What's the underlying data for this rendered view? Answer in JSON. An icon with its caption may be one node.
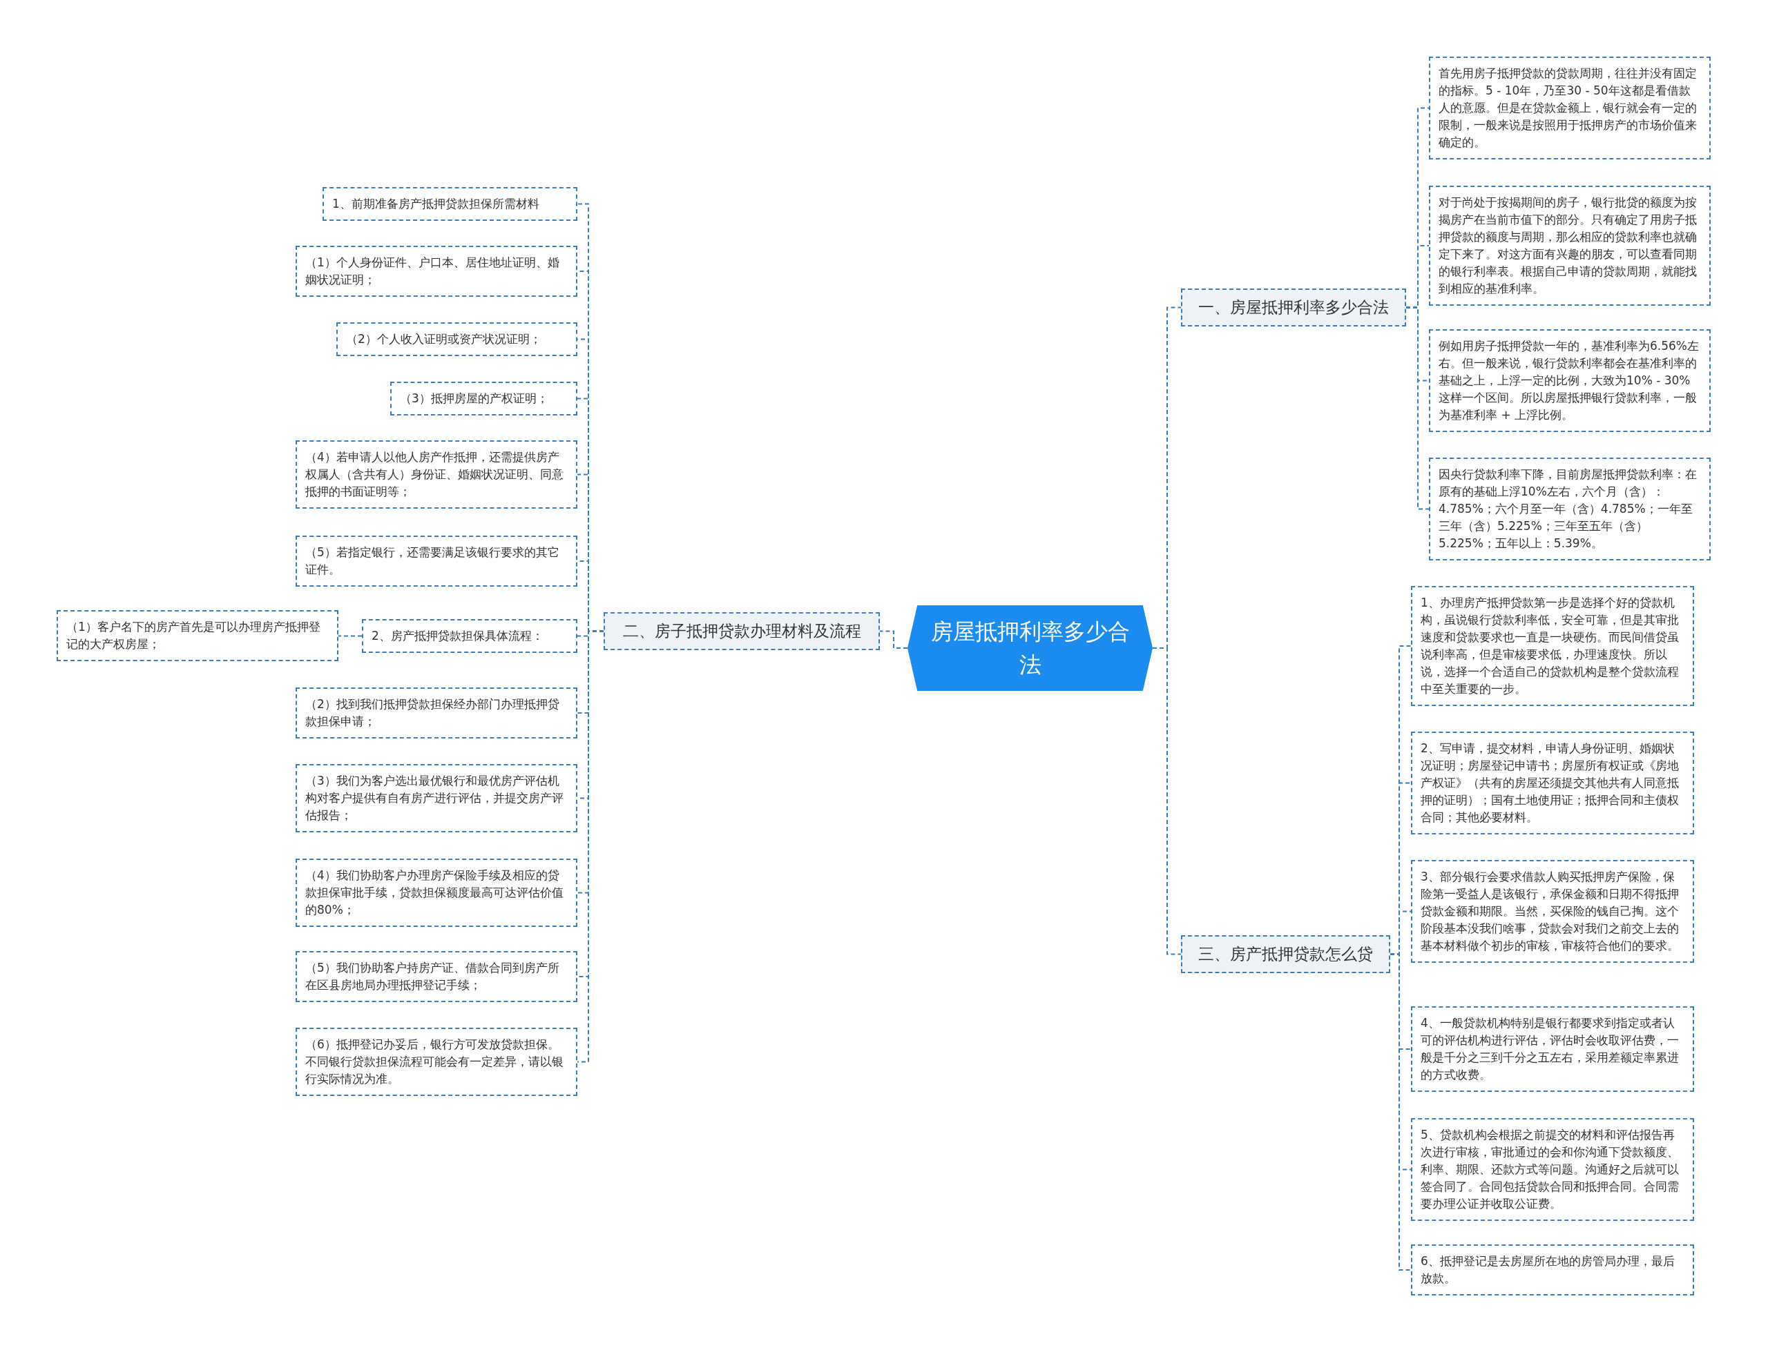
{
  "diagram": {
    "nodes": [
      {
        "text": [
          "房屋抵押利率多少合法"
        ]
      },
      {
        "text": [
          "一、房屋抵押利率多少合法"
        ]
      },
      {
        "text": [
          "首先用房子抵押贷款的贷款周期，往往并没有固定的指标。5 - 10年，乃至30 - 50年这都是看借款人的意愿。但是在贷款金额上，银行就会有一定的限制，一般来说是按照用于抵押房产的市场价值来确定的。"
        ]
      },
      {
        "text": [
          "对于尚处于按揭期间的房子，银行批贷的额度为按揭房产在当前市值下的部分。只有确定了用房子抵押贷款的额度与周期，那么相应的贷款利率也就确定下来了。对这方面有兴趣的朋友，可以查看同期的银行利率表。根据自己申请的贷款周期，就能找到相应的基准利率。"
        ]
      },
      {
        "text": [
          "例如用房子抵押贷款一年的，基准利率为6.56%左右。但一般来说，银行贷款利率都会在基准利率的基础之上，上浮一定的比例，大致为10% - 30%这样一个区间。所以房屋抵押银行贷款利率，一般为基准利率 + 上浮比例。"
        ]
      },
      {
        "text": [
          "因央行贷款利率下降，目前房屋抵押贷款利率：在原有的基础上浮10%左右，六个月（含）：4.785%；六个月至一年（含）4.785%；一年至三年（含）5.225%；三年至五年（含）5.225%；五年以上：5.39%。"
        ]
      },
      {
        "text": [
          "二、房子抵押贷款办理材料及流程"
        ]
      },
      {
        "text": [
          "1、前期准备房产抵押贷款担保所需材料"
        ]
      },
      {
        "text": [
          "（1）个人身份证件、户口本、居住地址证明、婚姻状况证明；"
        ]
      },
      {
        "text": [
          "（2）个人收入证明或资产状况证明；"
        ]
      },
      {
        "text": [
          "（3）抵押房屋的产权证明；"
        ]
      },
      {
        "text": [
          "（4）若申请人以他人房产作抵押，还需提供房产权属人（含共有人）身份证、婚姻状况证明、同意抵押的书面证明等；"
        ]
      },
      {
        "text": [
          "（5）若指定银行，还需要满足该银行要求的其它证件。"
        ]
      },
      {
        "text": [
          "2、房产抵押贷款担保具体流程："
        ]
      },
      {
        "text": [
          "（1）客户名下的房产首先是可以办理房产抵押登记的大产权房屋；"
        ]
      },
      {
        "text": [
          "（2）找到我们抵押贷款担保经办部门办理抵押贷款担保申请；"
        ]
      },
      {
        "text": [
          "（3）我们为客户选出最优银行和最优房产评估机构对客户提供有自有房产进行评估，并提交房产评估报告；"
        ]
      },
      {
        "text": [
          "（4）我们协助客户办理房产保险手续及相应的贷款担保审批手续，贷款担保额度最高可达评估价值的80%；"
        ]
      },
      {
        "text": [
          "（5）我们协助客户持房产证、借款合同到房产所在区县房地局办理抵押登记手续；"
        ]
      },
      {
        "text": [
          "（6）抵押登记办妥后，银行方可发放贷款担保。不同银行贷款担保流程可能会有一定差异，请以银行实际情况为准。"
        ]
      },
      {
        "text": [
          "三、房产抵押贷款怎么贷"
        ]
      },
      {
        "text": [
          "1、办理房产抵押贷款第一步是选择个好的贷款机构，虽说银行贷款利率低，安全可靠，但是其审批速度和贷款要求也一直是一块硬伤。而民间借贷虽说利率高，但是审核要求低，办理速度快。所以说，选择一个合适自己的贷款机构是整个贷款流程中至关重要的一步。"
        ]
      },
      {
        "text": [
          "2、写申请，提交材料，申请人身份证明、婚姻状况证明；房屋登记申请书；房屋所有权证或《房地产权证》（共有的房屋还须提交其他共有人同意抵押的证明）；国有土地使用证；抵押合同和主债权合同；其他必要材料。"
        ]
      },
      {
        "text": [
          "3、部分银行会要求借款人购买抵押房产保险，保险第一受益人是该银行，承保金额和日期不得抵押贷款金额和期限。当然，买保险的钱自己掏。这个阶段基本没我们啥事，贷款会对我们之前交上去的基本材料做个初步的审核，审核符合他们的要求。"
        ]
      },
      {
        "text": [
          "4、一般贷款机构特别是银行都要求到指定或者认可的评估机构进行评估，评估时会收取评估费，一般是千分之三到千分之五左右，采用差额定率累进的方式收费。"
        ]
      },
      {
        "text": [
          "5、贷款机构会根据之前提交的材料和评估报告再次进行审核，审批通过的会和你沟通下贷款额度、利率、期限、还款方式等问题。沟通好之后就可以签合同了。合同包括贷款合同和抵押合同。合同需要办理公证并收取公证费。"
        ]
      },
      {
        "text": [
          "6、抵押登记是去房屋所在地的房管局办理，最后放款。"
        ]
      }
    ],
    "edges": [
      {
        "from": 0,
        "to": 1,
        "arrow": "none"
      },
      {
        "from": 1,
        "to": 2,
        "arrow": "none"
      },
      {
        "from": 1,
        "to": 3,
        "arrow": "none"
      },
      {
        "from": 1,
        "to": 4,
        "arrow": "none"
      },
      {
        "from": 1,
        "to": 5,
        "arrow": "none"
      },
      {
        "from": 0,
        "to": 6,
        "arrow": "none"
      },
      {
        "from": 6,
        "to": 7,
        "arrow": "none"
      },
      {
        "from": 6,
        "to": 8,
        "arrow": "none"
      },
      {
        "from": 6,
        "to": 9,
        "arrow": "none"
      },
      {
        "from": 6,
        "to": 10,
        "arrow": "none"
      },
      {
        "from": 6,
        "to": 11,
        "arrow": "none"
      },
      {
        "from": 6,
        "to": 12,
        "arrow": "none"
      },
      {
        "from": 6,
        "to": 13,
        "arrow": "none"
      },
      {
        "from": 13,
        "to": 14,
        "arrow": "none"
      },
      {
        "from": 6,
        "to": 15,
        "arrow": "none"
      },
      {
        "from": 6,
        "to": 16,
        "arrow": "none"
      },
      {
        "from": 6,
        "to": 17,
        "arrow": "none"
      },
      {
        "from": 6,
        "to": 18,
        "arrow": "none"
      },
      {
        "from": 6,
        "to": 19,
        "arrow": "none"
      },
      {
        "from": 0,
        "to": 20,
        "arrow": "none"
      },
      {
        "from": 20,
        "to": 21,
        "arrow": "none"
      },
      {
        "from": 20,
        "to": 22,
        "arrow": "none"
      },
      {
        "from": 20,
        "to": 23,
        "arrow": "none"
      },
      {
        "from": 20,
        "to": 24,
        "arrow": "none"
      },
      {
        "from": 20,
        "to": 25,
        "arrow": "none"
      },
      {
        "from": 20,
        "to": 26,
        "arrow": "none"
      }
    ]
  }
}
